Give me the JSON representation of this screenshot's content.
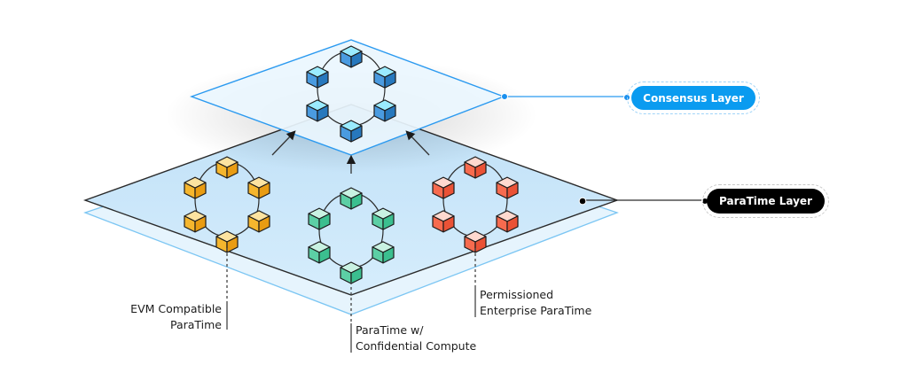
{
  "diagram": {
    "layers": {
      "consensus": {
        "label": "Consensus Layer",
        "color": "#0a9bf0",
        "cube_color": "#4a9be0",
        "cube_count": 6
      },
      "paratime": {
        "label": "ParaTime Layer",
        "color": "#000000",
        "plane_fill": "#cfe9fb",
        "edge_color": "#2a2a2a",
        "secondary_plane_color": "#7cc6f3"
      }
    },
    "paratimes": [
      {
        "id": "evm",
        "caption_lines": [
          "EVM Compatible",
          "ParaTime"
        ],
        "cube_color": "#f5b62e",
        "cube_light": "#fde3a0",
        "cube_dark": "#e99c12",
        "cube_count": 6
      },
      {
        "id": "confidential",
        "caption_lines": [
          "ParaTime w/",
          "Confidential Compute"
        ],
        "cube_color": "#5ccfa5",
        "cube_light": "#c9f2e2",
        "cube_dark": "#3bbf8f",
        "cube_count": 6
      },
      {
        "id": "permissioned",
        "caption_lines": [
          "Permissioned",
          "Enterprise ParaTime"
        ],
        "cube_color": "#f76b4f",
        "cube_light": "#ffd9cf",
        "cube_dark": "#ea5236",
        "cube_count": 6
      }
    ],
    "arrows": [
      "evm-to-consensus",
      "confidential-to-consensus",
      "permissioned-to-consensus"
    ]
  }
}
